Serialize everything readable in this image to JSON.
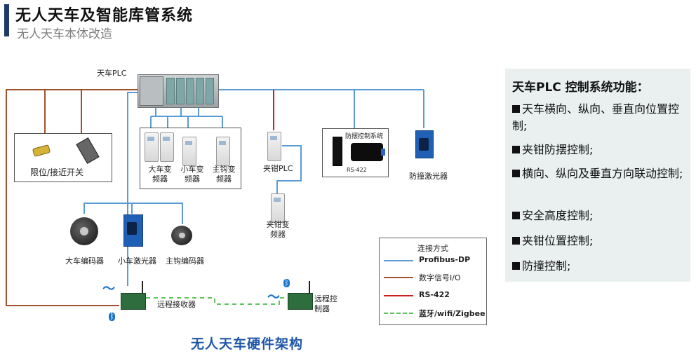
{
  "header": {
    "title": "无人天车及智能库管系统",
    "subtitle": "无人天车本体改造"
  },
  "diagram": {
    "plc_label": "天车PLC",
    "limit_switch_label": "限位/接近开关",
    "vfd_bridge_label": [
      "大车变",
      "频器"
    ],
    "vfd_trolley_label": [
      "小车变",
      "频器"
    ],
    "vfd_hook_label": [
      "主钩变",
      "频器"
    ],
    "clamp_plc_label": "夹钳PLC",
    "clamp_vfd_label": [
      "夹钳变",
      "频器"
    ],
    "antisway_label": "防摆控制系统",
    "rs422_tag": "RS-422",
    "anticollision_label": "防撞激光器",
    "bridge_encoder_label": "大车编码器",
    "trolley_laser_label": "小车激光器",
    "hook_encoder_label": "主钩编码器",
    "remote_receiver_label": "远程接收器",
    "remote_controller_label": [
      "远程控",
      "制器"
    ]
  },
  "legend": {
    "title": "连接方式",
    "items": [
      {
        "label": "Profibus-DP",
        "color": "#5b9bd5",
        "style": "solid"
      },
      {
        "label": "数字信号I/O",
        "color": "#a0522d",
        "style": "solid"
      },
      {
        "label": "RS-422",
        "color": "#cc1f1f",
        "style": "solid"
      },
      {
        "label": "蓝牙/wifi/Zigbee",
        "color": "#5ec35e",
        "style": "dashed"
      }
    ]
  },
  "panel": {
    "title": "天车PLC 控制系统功能：",
    "items": [
      "天车横向、纵向、垂直向位置控制;",
      "夹钳防摆控制;",
      "横向、纵向及垂直方向联动控制;",
      "安全高度控制;",
      "夹钳位置控制;",
      "防撞控制;"
    ]
  },
  "caption": "无人天车硬件架构",
  "colors": {
    "profibus": "#5b9bd5",
    "io": "#a0522d",
    "rs422": "#cc1f1f",
    "wireless": "#5ec35e",
    "title_bar": "#1f3a68",
    "caption": "#1f57a8",
    "panel_bg": "#eaf0f0"
  }
}
